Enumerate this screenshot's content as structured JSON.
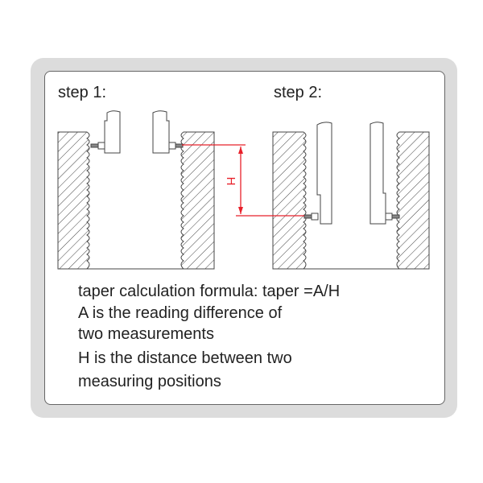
{
  "step1_label": "step 1:",
  "step2_label": "step 2:",
  "dimension_label": "H",
  "formula_lines": [
    "taper calculation formula: taper =A/H",
    "A is the reading difference of",
    "two measurements",
    "H is the distance between two",
    "measuring positions"
  ],
  "colors": {
    "dimension": "#e8202a",
    "outline": "#444444",
    "frame": "#dcdcdc"
  }
}
